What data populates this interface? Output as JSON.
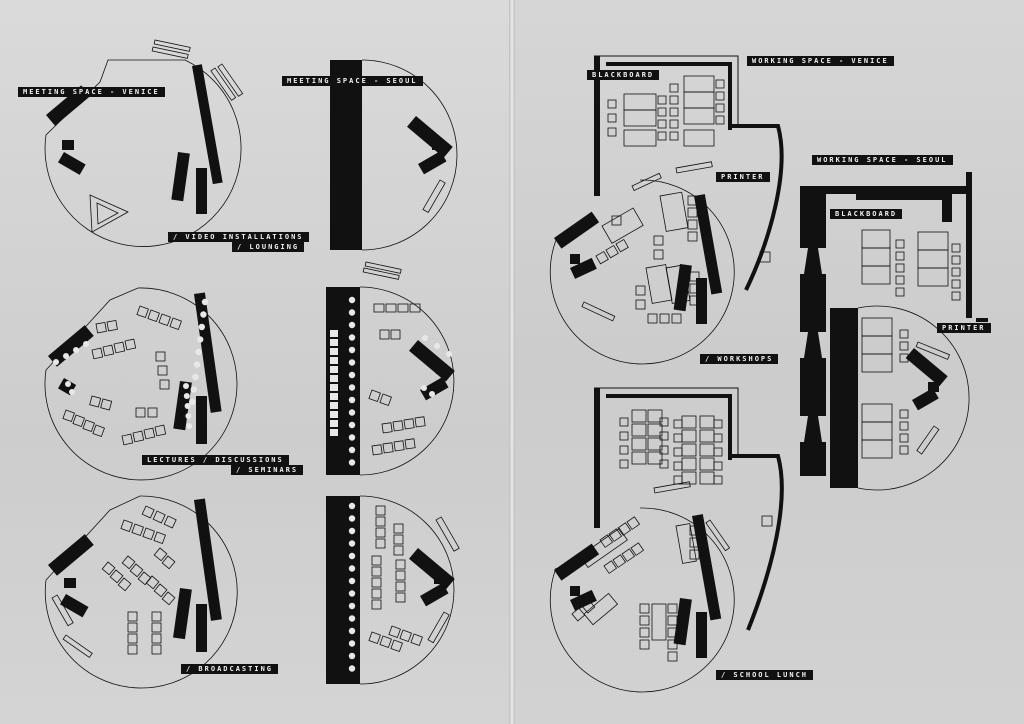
{
  "colors": {
    "ink": "#111111",
    "paper": "#d4d4d4",
    "label_text": "#f2f2f2"
  },
  "left_page": {
    "meeting_space_venice": "MEETING SPACE - VENICE",
    "meeting_space_seoul": "MEETING SPACE - SEOUL",
    "video_installations": "/ VIDEO INSTALLATIONS",
    "lounging": "/ LOUNGING",
    "lectures_discussions": "LECTURES / DISCUSSIONS",
    "seminars": "/ SEMINARS",
    "broadcasting": "/ BROADCASTING"
  },
  "right_page": {
    "working_space_venice": "WORKING SPACE - VENICE",
    "working_space_seoul": "WORKING SPACE - SEOUL",
    "blackboard_venice": "BLACKBOARD",
    "blackboard_seoul": "BLACKBOARD",
    "printer_venice": "PRINTER",
    "printer_seoul": "PRINTER",
    "workshops": "/ WORKSHOPS",
    "school_lunch": "/ SCHOOL LUNCH"
  }
}
